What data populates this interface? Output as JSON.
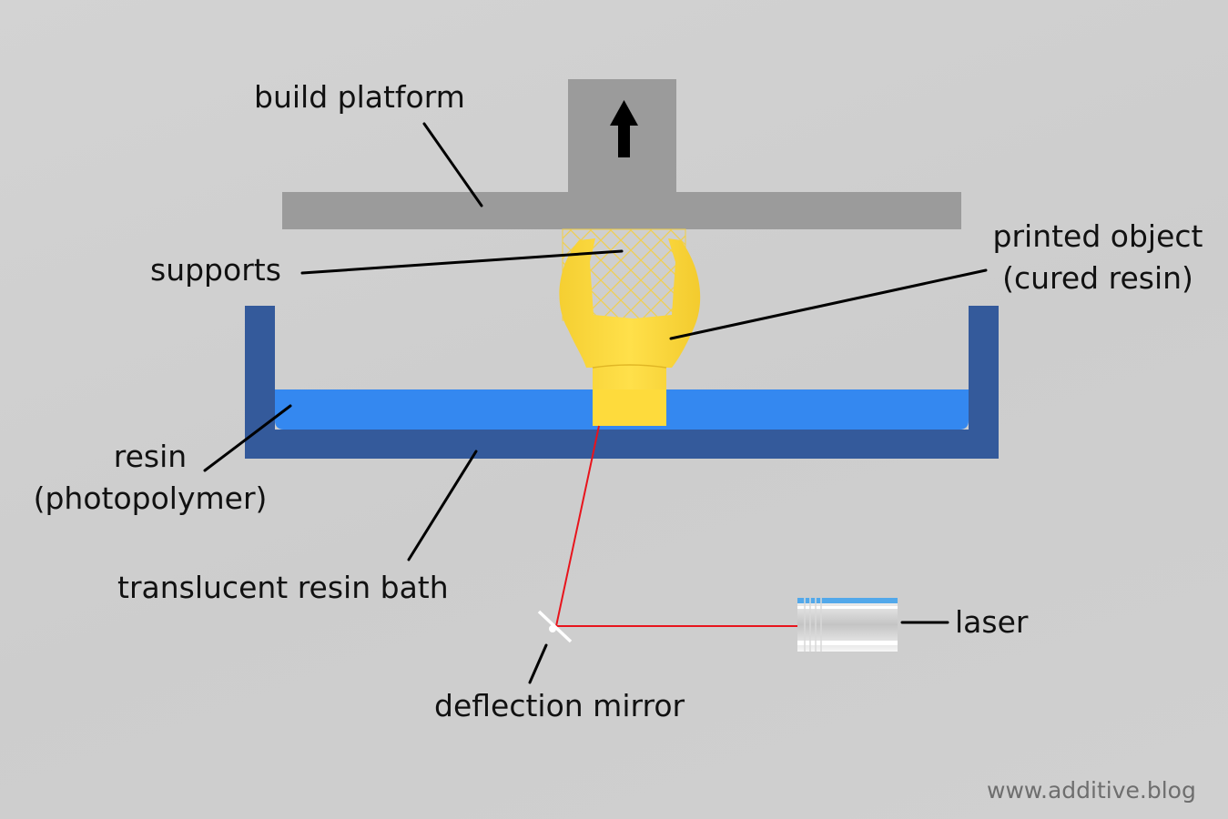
{
  "labels": {
    "build_platform": "build platform",
    "supports": "supports",
    "printed_object_line1": "printed object",
    "printed_object_line2": "(cured resin)",
    "resin_line1": "resin",
    "resin_line2": "(photopolymer)",
    "resin_bath": "translucent resin bath",
    "mirror": "deflection mirror",
    "laser": "laser"
  },
  "watermark": "www.additive.blog",
  "colors": {
    "background": "#cfcfcf",
    "platform": "#9b9b9b",
    "tank": "#345a9b",
    "resin": "#3488f0",
    "cured_resin": "#fedb3c",
    "laser_beam": "#e8141c",
    "leader_line": "#000000"
  },
  "icons": {
    "platform_direction": "arrow-up-icon"
  }
}
